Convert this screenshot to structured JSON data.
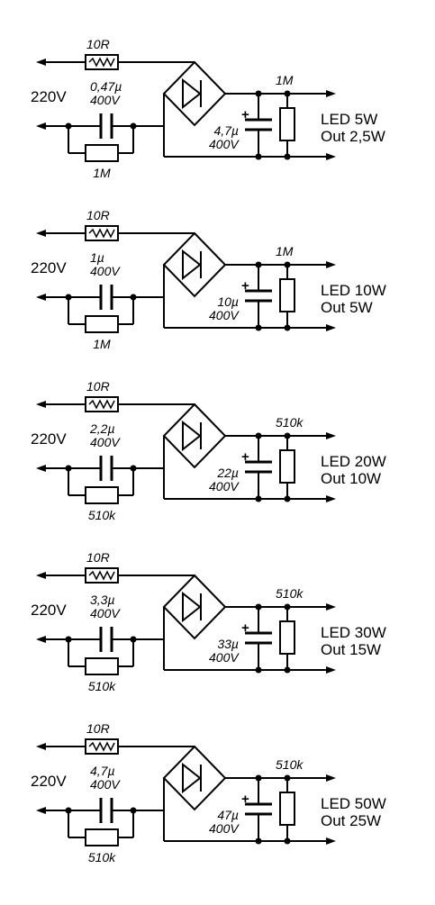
{
  "circuits": [
    {
      "r_series": "10R",
      "c_series": "0,47µ",
      "c_series_v": "400V",
      "mains": "220V",
      "r_parallel": "1M",
      "c_filter": "4,7µ",
      "c_filter_v": "400V",
      "r_bleed": "1M",
      "led_label": "LED 5W",
      "out_label": "Out 2,5W"
    },
    {
      "r_series": "10R",
      "c_series": "1µ",
      "c_series_v": "400V",
      "mains": "220V",
      "r_parallel": "1M",
      "c_filter": "10µ",
      "c_filter_v": "400V",
      "r_bleed": "1M",
      "led_label": "LED 10W",
      "out_label": "Out 5W"
    },
    {
      "r_series": "10R",
      "c_series": "2,2µ",
      "c_series_v": "400V",
      "mains": "220V",
      "r_parallel": "510k",
      "c_filter": "22µ",
      "c_filter_v": "400V",
      "r_bleed": "510k",
      "led_label": "LED 20W",
      "out_label": "Out 10W"
    },
    {
      "r_series": "10R",
      "c_series": "3,3µ",
      "c_series_v": "400V",
      "mains": "220V",
      "r_parallel": "510k",
      "c_filter": "33µ",
      "c_filter_v": "400V",
      "r_bleed": "510k",
      "led_label": "LED 30W",
      "out_label": "Out 15W"
    },
    {
      "r_series": "10R",
      "c_series": "4,7µ",
      "c_series_v": "400V",
      "mains": "220V",
      "r_parallel": "510k",
      "c_filter": "47µ",
      "c_filter_v": "400V",
      "r_bleed": "510k",
      "led_label": "LED 50W",
      "out_label": "Out 25W"
    }
  ],
  "symbols": {
    "plus": "+"
  }
}
